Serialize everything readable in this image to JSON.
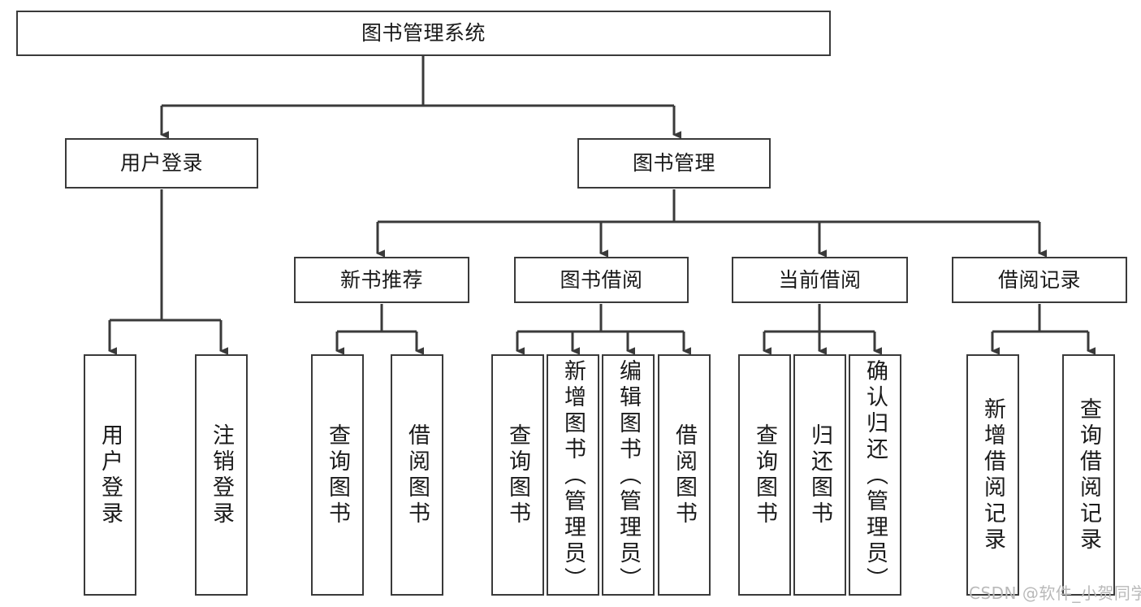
{
  "diagram": {
    "title": "图书管理系统",
    "type": "tree-hierarchy-diagram",
    "colors": {
      "box_border": "#3a3a3a",
      "background": "#ffffff",
      "connector": "#3a3a3a",
      "text": "#1a1a1a",
      "watermark": "#b9b9b9"
    },
    "root": {
      "label": "图书管理系统"
    },
    "level2": [
      {
        "label": "用户登录"
      },
      {
        "label": "图书管理"
      }
    ],
    "level3": [
      {
        "label": "新书推荐"
      },
      {
        "label": "图书借阅"
      },
      {
        "label": "当前借阅"
      },
      {
        "label": "借阅记录"
      }
    ],
    "leaves": {
      "user_login": [
        {
          "label": "用户登录"
        },
        {
          "label": "注销登录"
        }
      ],
      "new_book_recommend": [
        {
          "label": "查询图书"
        },
        {
          "label": "借阅图书"
        }
      ],
      "book_borrow": [
        {
          "label": "查询图书"
        },
        {
          "label": "新增图书（管理员）"
        },
        {
          "label": "编辑图书（管理员）"
        },
        {
          "label": "借阅图书"
        }
      ],
      "current_borrow": [
        {
          "label": "查询图书"
        },
        {
          "label": "归还图书"
        },
        {
          "label": "确认归还（管理员）"
        }
      ],
      "borrow_record": [
        {
          "label": "新增借阅记录"
        },
        {
          "label": "查询借阅记录"
        }
      ]
    }
  },
  "watermark": {
    "text": "CSDN @软件_小贺同学"
  }
}
